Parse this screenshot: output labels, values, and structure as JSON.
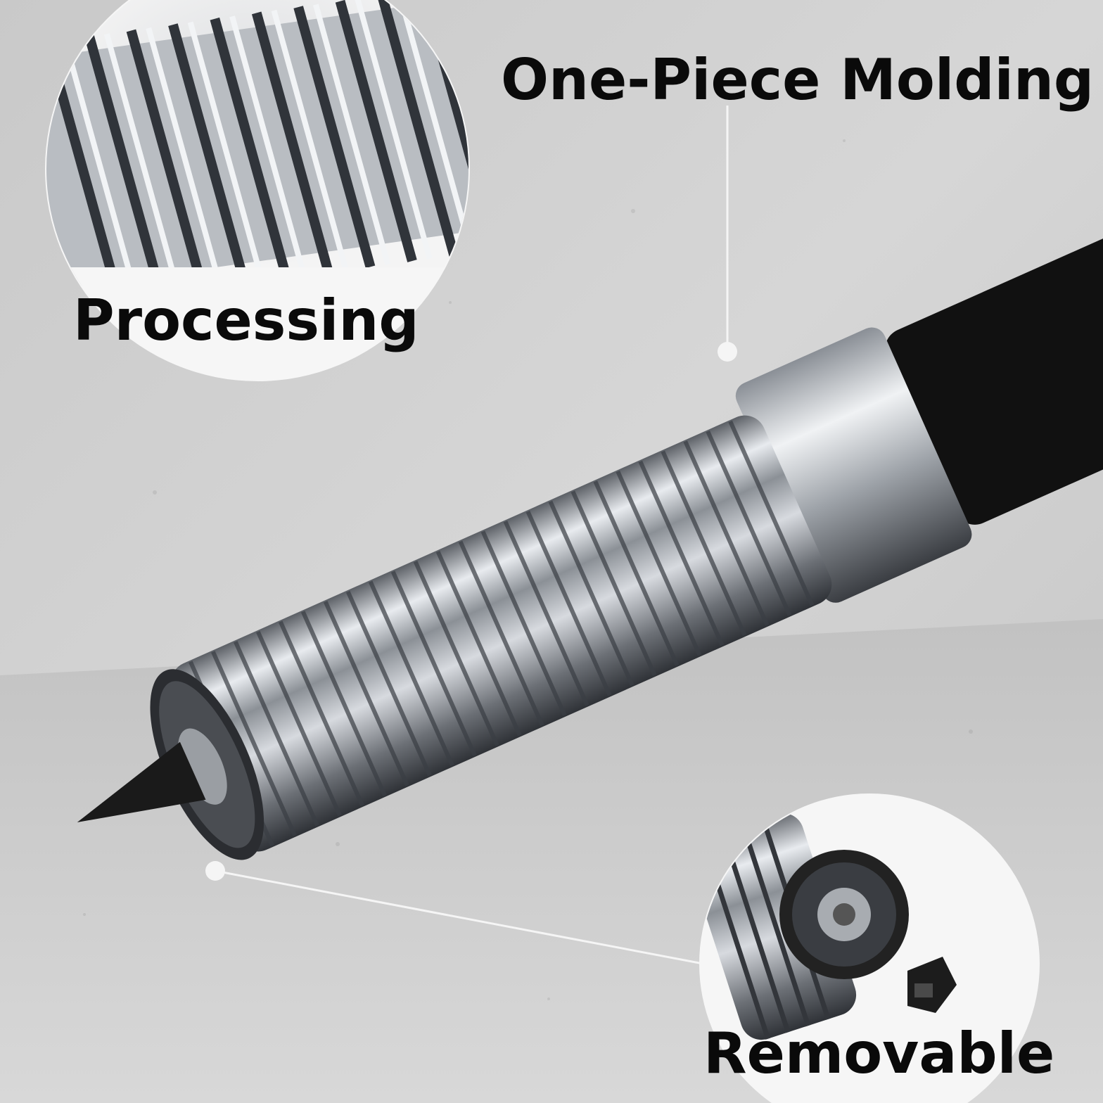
{
  "callouts": {
    "top": "One-Piece Molding",
    "detail_left": "Processing",
    "detail_bottom": "Removable"
  },
  "colors": {
    "background": "#cfcfcf",
    "steel": "#b8bcc2",
    "text": "#0a0a0a",
    "tip": "#1a1a1a",
    "handle": "#111111"
  }
}
